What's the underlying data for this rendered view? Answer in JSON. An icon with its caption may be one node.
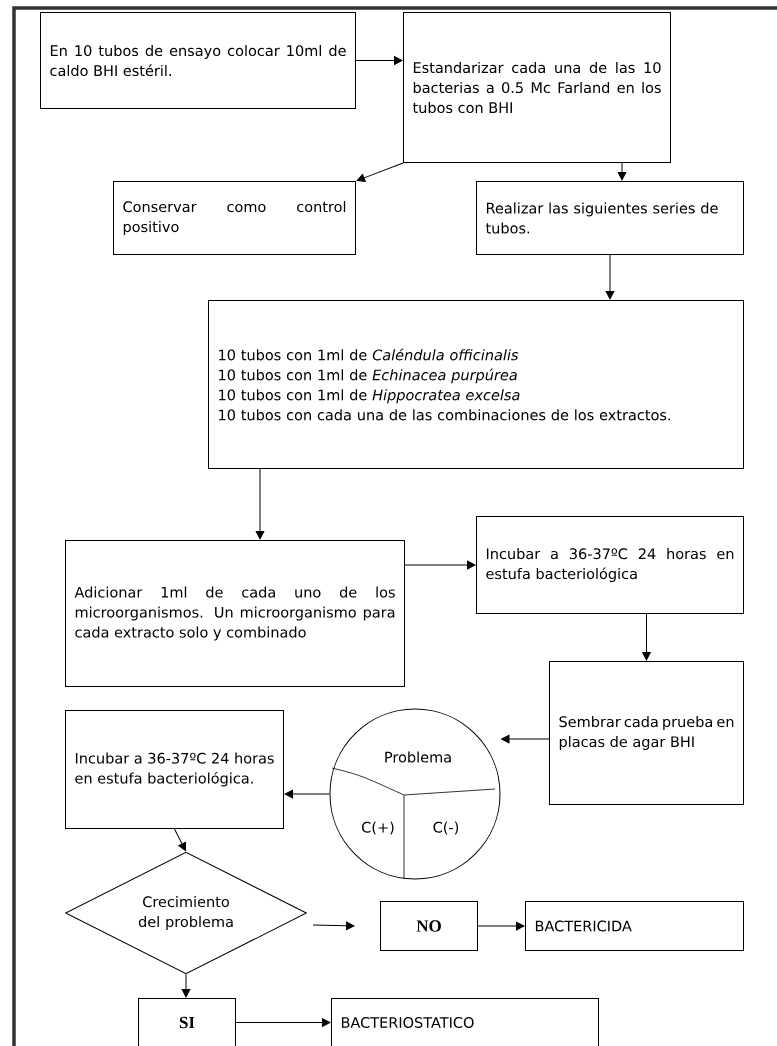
{
  "diagram": {
    "nodes": [
      {
        "text": [
          "En 10 tubos de ensayo colocar 10ml de caldo BHI estéril."
        ]
      },
      {
        "text": [
          "Estandarizar cada una de las 10 bacterias a 0.5 Mc Farland en los tubos con BHI"
        ]
      },
      {
        "text": [
          "Conservar como control positivo"
        ]
      },
      {
        "text": [
          "Realizar las siguientes series de tubos."
        ]
      },
      {
        "text": [
          "10 tubos con 1ml de *Caléndula officinalis*",
          "10 tubos con 1ml de *Echinacea purpúrea*",
          "10 tubos con 1ml de *Hippocratea excelsa*",
          "10 tubos con cada una de las combinaciones de los extractos."
        ]
      },
      {
        "text": [
          "Adicionar 1ml de cada uno de los microorganismos. Un microorganismo para cada extracto solo y combinado"
        ]
      },
      {
        "text": [
          "Incubar a 36-37ºC 24 horas en estufa bacteriológica"
        ]
      },
      {
        "text": [
          "Sembrar cada prueba en placas de agar BHI"
        ]
      },
      {
        "text": [
          "Problema",
          "C(+)",
          "C(-)"
        ]
      },
      {
        "text": [
          "Incubar a 36-37ºC 24 horas en estufa bacteriológica."
        ]
      },
      {
        "text": [
          "Crecimiento del problema"
        ]
      },
      {
        "text": [
          "NO"
        ]
      },
      {
        "text": [
          "BACTERICIDA"
        ]
      },
      {
        "text": [
          "SI"
        ]
      },
      {
        "text": [
          "BACTERIOSTATICO"
        ]
      }
    ],
    "edges": [
      {
        "from": 0,
        "to": 1,
        "arrow": "to"
      },
      {
        "from": 1,
        "to": 2,
        "arrow": "to"
      },
      {
        "from": 1,
        "to": 3,
        "arrow": "to"
      },
      {
        "from": 3,
        "to": 4,
        "arrow": "to"
      },
      {
        "from": 4,
        "to": 5,
        "arrow": "to"
      },
      {
        "from": 5,
        "to": 6,
        "arrow": "to"
      },
      {
        "from": 6,
        "to": 7,
        "arrow": "to"
      },
      {
        "from": 7,
        "to": 8,
        "arrow": "to"
      },
      {
        "from": 8,
        "to": 9,
        "arrow": "to"
      },
      {
        "from": 9,
        "to": 10,
        "arrow": "to"
      },
      {
        "from": 10,
        "to": 11,
        "arrow": "to"
      },
      {
        "from": 11,
        "to": 12,
        "arrow": "to"
      },
      {
        "from": 10,
        "to": 13,
        "arrow": "to"
      },
      {
        "from": 13,
        "to": 14,
        "arrow": "to"
      }
    ]
  }
}
